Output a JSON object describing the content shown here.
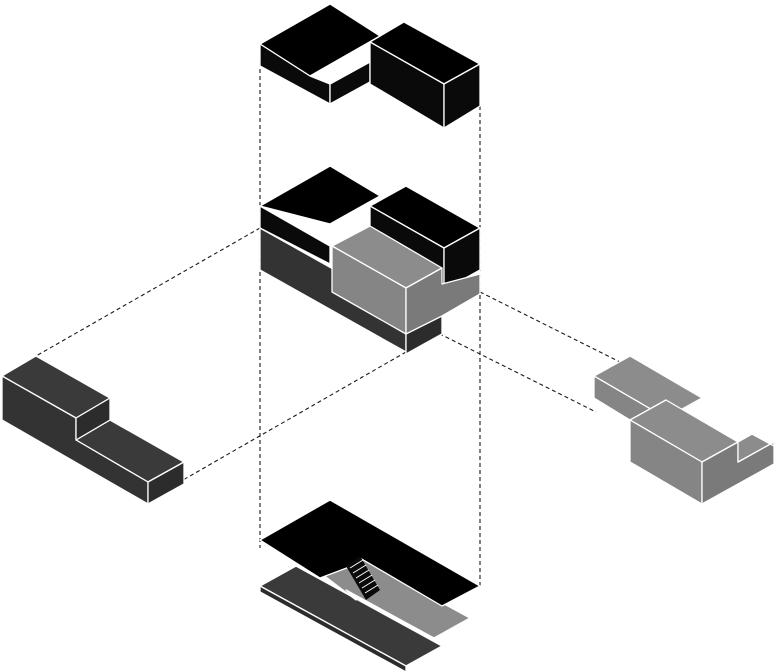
{
  "colors": {
    "background": "#ffffff",
    "black_top": "#000000",
    "black_side": "#0a0a0a",
    "dark_top": "#3a3a3a",
    "dark_side": "#2c2c2c",
    "dark_front": "#333333",
    "gray_top": "#8c8c8c",
    "gray_side": "#7a7a7a",
    "gray_front": "#858585",
    "edge": "#ffffff",
    "leader": "#1a1a1a"
  },
  "parts": [
    "upper-volumes",
    "assembled-massing",
    "dark-stepped-volume",
    "gray-stepped-volume",
    "ground-floor-plates"
  ]
}
